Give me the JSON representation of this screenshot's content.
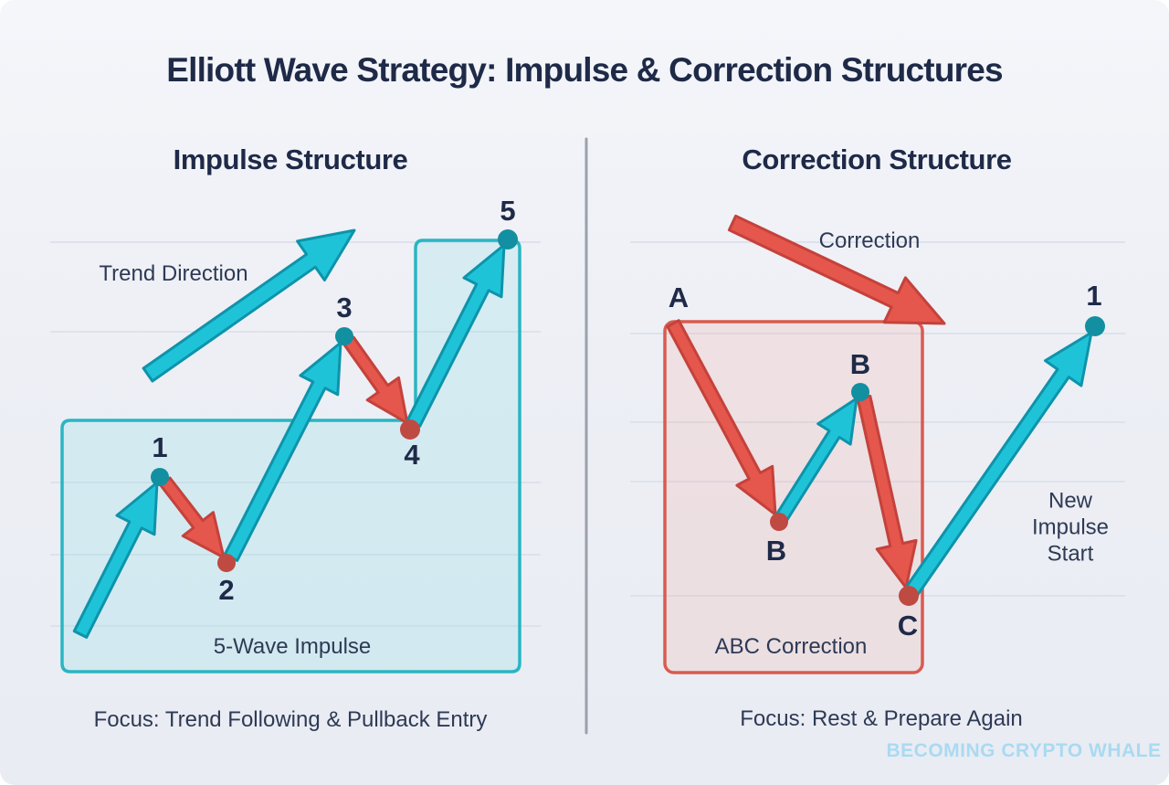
{
  "title": "Elliott Wave Strategy: Impulse & Correction Structures",
  "impulse_panel": {
    "header": "Impulse Structure",
    "trend_label": "Trend Direction",
    "waves": {
      "w1": "1",
      "w2": "2",
      "w3": "3",
      "w4": "4",
      "w5": "5"
    },
    "box_label": "5-Wave Impulse",
    "focus": "Focus: Trend Following & Pullback Entry"
  },
  "correction_panel": {
    "header": "Correction Structure",
    "correction_label": "Correction",
    "waves": {
      "a": "A",
      "b_low": "B",
      "b_high": "B",
      "c": "C",
      "new1": "1"
    },
    "box_label": "ABC Correction",
    "new_impulse_lines": [
      "New",
      "Impulse",
      "Start"
    ],
    "focus": "Focus: Rest & Prepare Again"
  },
  "watermark": "BECOMING CRYPTO WHALE",
  "colors": {
    "cyan": "#1fc3d8",
    "cyan-dark": "#0e93aa",
    "red": "#e5564c",
    "red-dark": "#c4423b",
    "teal-dot": "#128fa1",
    "red-dot": "#bf4a42",
    "navy": "#1e2a47",
    "body-text": "#2e3a55",
    "impulse-border": "#2ab5c2",
    "correction-border": "#d95b4f",
    "watermark": "#a9daf1"
  }
}
